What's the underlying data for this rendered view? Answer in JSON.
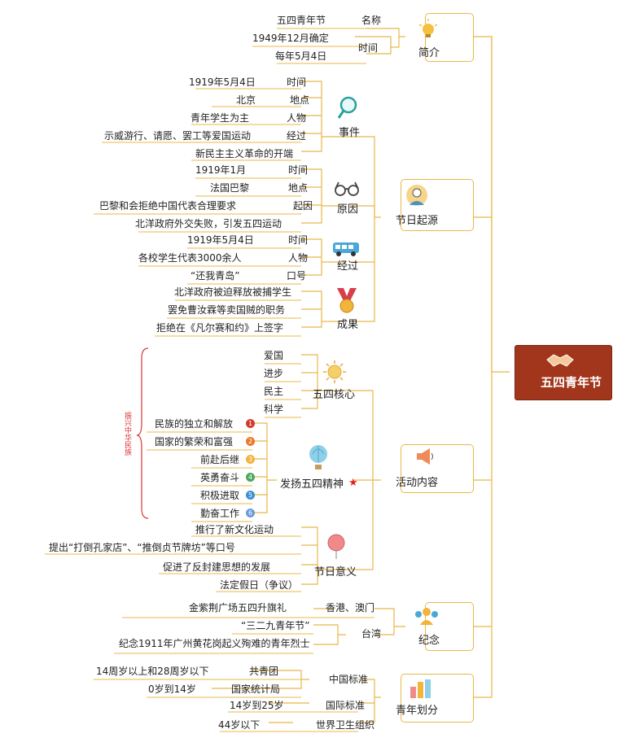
{
  "root": {
    "title": "五四青年节"
  },
  "intro": {
    "label": "简介",
    "name_key": "名称",
    "name_val": "五四青年节",
    "time_key": "时间",
    "time_vals": [
      "1949年12月确定",
      "每年5月4日"
    ]
  },
  "origin": {
    "label": "节日起源",
    "event": {
      "label": "事件",
      "rows": [
        {
          "k": "时间",
          "v": "1919年5月4日"
        },
        {
          "k": "地点",
          "v": "北京"
        },
        {
          "k": "人物",
          "v": "青年学生为主"
        },
        {
          "k": "经过",
          "v": "示威游行、请愿、罢工等爱国运动"
        },
        {
          "k": "",
          "v": "新民主主义革命的开端"
        }
      ]
    },
    "cause": {
      "label": "原因",
      "rows": [
        {
          "k": "时间",
          "v": "1919年1月"
        },
        {
          "k": "地点",
          "v": "法国巴黎"
        },
        {
          "k": "起因",
          "v": "巴黎和会拒绝中国代表合理要求"
        },
        {
          "k": "",
          "v": "北洋政府外交失败，引发五四运动"
        }
      ]
    },
    "process": {
      "label": "经过",
      "rows": [
        {
          "k": "时间",
          "v": "1919年5月4日"
        },
        {
          "k": "人物",
          "v": "各校学生代表3000余人"
        },
        {
          "k": "口号",
          "v": "“还我青岛”"
        }
      ]
    },
    "result": {
      "label": "成果",
      "rows": [
        "北洋政府被迫释放被捕学生",
        "罢免曹汝霖等卖国贼的职务",
        "拒绝在《凡尔赛和约》上签字"
      ]
    }
  },
  "content": {
    "label": "活动内容",
    "core": {
      "label": "五四核心",
      "items": [
        "爱国",
        "进步",
        "民主",
        "科学"
      ]
    },
    "spirit": {
      "label": "发扬五四精神",
      "brace": "振兴中华民族",
      "items": [
        "民族的独立和解放",
        "国家的繁荣和富强",
        "前赴后继",
        "英勇奋斗",
        "积极进取",
        "勤奋工作"
      ],
      "badges": [
        "1",
        "2",
        "3",
        "4",
        "5",
        "6"
      ]
    },
    "meaning": {
      "label": "节日意义",
      "items": [
        "推行了新文化运动",
        "提出“打倒孔家店”、“推倒贞节牌坊”等口号",
        "促进了反封建思想的发展",
        "法定假日（争议）"
      ]
    }
  },
  "memorial": {
    "label": "纪念",
    "hk_key": "香港、澳门",
    "hk_val": "金紫荆广场五四升旗礼",
    "tw_key": "台湾",
    "tw_vals": [
      "“三二九青年节”",
      "纪念1911年广州黄花岗起义殉难的青年烈士"
    ]
  },
  "age": {
    "label": "青年划分",
    "rows": [
      {
        "k": "中国标准",
        "subs": [
          {
            "k": "共青团",
            "v": "14周岁以上和28周岁以下"
          },
          {
            "k": "国家统计局",
            "v": "0岁到14岁"
          }
        ]
      },
      {
        "k": "国际标准",
        "subs": [
          {
            "k": "",
            "v": "14岁到25岁"
          }
        ]
      },
      {
        "k": "世界卫生组织",
        "subs": [
          {
            "k": "",
            "v": "44岁以下"
          }
        ]
      }
    ]
  },
  "colors": {
    "line": "#e8b84a",
    "root": "#a2361c",
    "brace": "#d33",
    "star": "#d22"
  }
}
